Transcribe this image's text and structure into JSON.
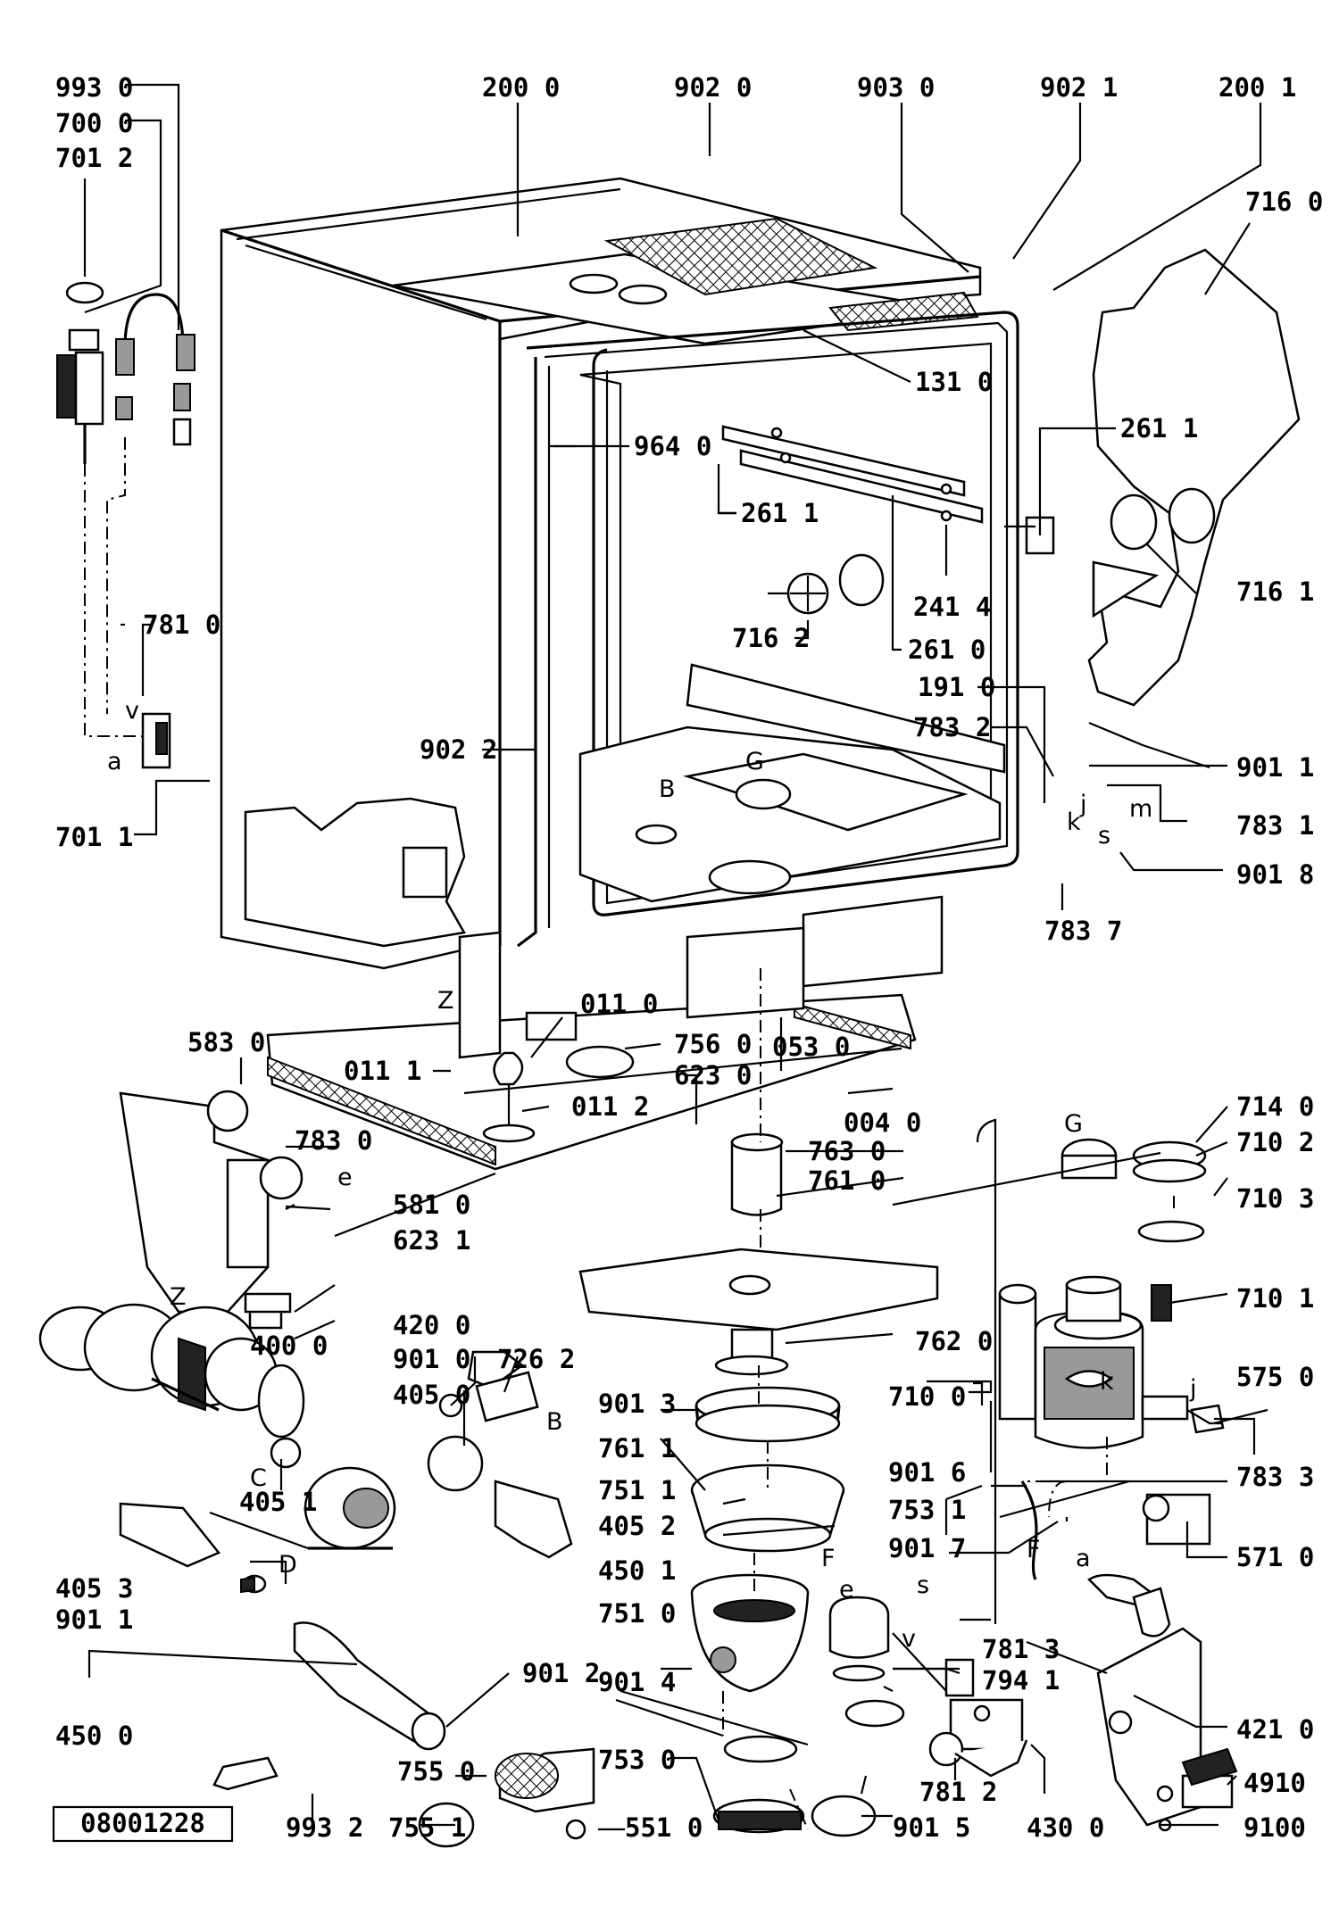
{
  "drawing": {
    "id": "08001228",
    "callouts": [
      "993 0",
      "700 0",
      "701 2",
      "200 0",
      "902 0",
      "903 0",
      "902 1",
      "200 1",
      "716 0",
      "131 0",
      "964 0",
      "261 1",
      "261 1",
      "241 4",
      "716 2",
      "261 0",
      "716 1",
      "191 0",
      "781 0",
      "783 2",
      "902 2",
      "901 1",
      "783 1",
      "901 8",
      "783 7",
      "701 1",
      "583 0",
      "011 0",
      "756 0",
      "053 0",
      "623 0",
      "011 1",
      "011 2",
      "004 0",
      "783 0",
      "763 0",
      "761 0",
      "581 0",
      "623 1",
      "714 0",
      "710 2",
      "710 3",
      "710 1",
      "420 0",
      "400 0",
      "762 0",
      "901 0",
      "726 2",
      "405 0",
      "901 3",
      "710 0",
      "575 0",
      "761 1",
      "405 1",
      "405 2",
      "751 1",
      "901 6",
      "783 3",
      "753 1",
      "450 1",
      "901 7",
      "571 0",
      "405 3",
      "901 1",
      "751 0",
      "781 3",
      "450 0",
      "901 2",
      "901 4",
      "794 1",
      "421 0",
      "755 0",
      "753 0",
      "781 2",
      "4910",
      "755 1",
      "993 2",
      "551 0",
      "901 5",
      "430 0",
      "9100"
    ],
    "letters": [
      "v",
      "a",
      "G",
      "B",
      "j",
      "m",
      "k",
      "s",
      "e",
      "Z",
      "C",
      "D",
      "B",
      "F",
      "G",
      "k",
      "j",
      "F",
      "a",
      "e",
      "s",
      "v",
      "Z"
    ]
  }
}
